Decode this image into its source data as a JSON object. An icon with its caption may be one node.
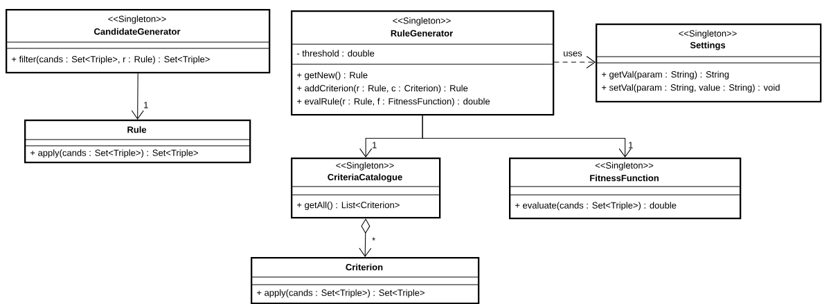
{
  "diagram": {
    "nodes": [
      {
        "text": [
          "<<Singleton>>",
          "CandidateGenerator",
          "+ filter(cands : Set<Triple>, r : Rule) : Set<Triple>"
        ]
      },
      {
        "text": [
          "Rule",
          "+ apply(cands : Set<Triple>) : Set<Triple>"
        ]
      },
      {
        "text": [
          "<<Singleton>>",
          "RuleGenerator",
          "- threshold : double",
          "+ getNew() : Rule",
          "+ addCriterion(r : Rule, c : Criterion) : Rule",
          "+ evalRule(r : Rule, f : FitnessFunction) : double"
        ]
      },
      {
        "text": [
          "<<Singleton>>",
          "Settings",
          "+ getVal(param : String) : String",
          "+ setVal(param : String, value : String) : void"
        ]
      },
      {
        "text": [
          "<<Singleton>>",
          "CriteriaCatalogue",
          "+ getAll() : List<Criterion>"
        ]
      },
      {
        "text": [
          "<<Singleton>>",
          "FitnessFunction",
          "+ evaluate(cands : Set<Triple>) : double"
        ]
      },
      {
        "text": [
          "Criterion",
          "+ apply(cands : Set<Triple>) : Set<Triple>"
        ]
      }
    ],
    "edges": [
      {
        "from": 0,
        "to": 1,
        "arrow": "to",
        "label": "1"
      },
      {
        "from": 2,
        "to": 3,
        "arrow": "to",
        "label": "uses",
        "style": "dashed"
      },
      {
        "from": 2,
        "to": 4,
        "arrow": "to",
        "label": "1"
      },
      {
        "from": 2,
        "to": 5,
        "arrow": "to",
        "label": "1"
      },
      {
        "from": 4,
        "to": 6,
        "arrow": "to",
        "label": "*"
      }
    ]
  }
}
